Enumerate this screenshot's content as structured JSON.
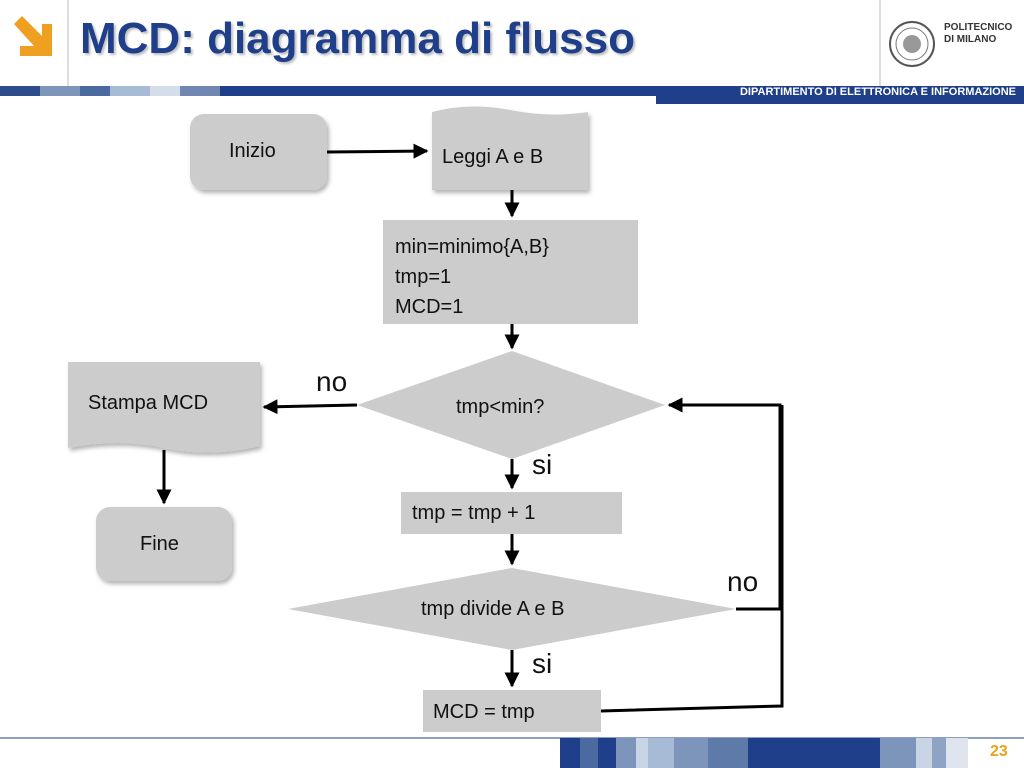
{
  "header": {
    "title": "MCD: diagramma di flusso",
    "department": "DIPARTIMENTO DI ELETTRONICA E INFORMAZIONE",
    "logo_line1": "POLITECNICO",
    "logo_line2": "DI MILANO",
    "accent_color": "#1f3f8a",
    "arrow_color": "#f0a020"
  },
  "footer": {
    "page_number": "23"
  },
  "flowchart": {
    "start": "Inizio",
    "read": "Leggi A e B",
    "init_lines": [
      "min=minimo{A,B}",
      "tmp=1",
      "MCD=1"
    ],
    "cond1": "tmp<min?",
    "cond1_no": "no",
    "cond1_yes": "si",
    "increment": "tmp = tmp + 1",
    "cond2": "tmp divide A e B",
    "cond2_no": "no",
    "cond2_yes": "si",
    "assign": "MCD = tmp",
    "print": "Stampa MCD",
    "end": "Fine"
  }
}
